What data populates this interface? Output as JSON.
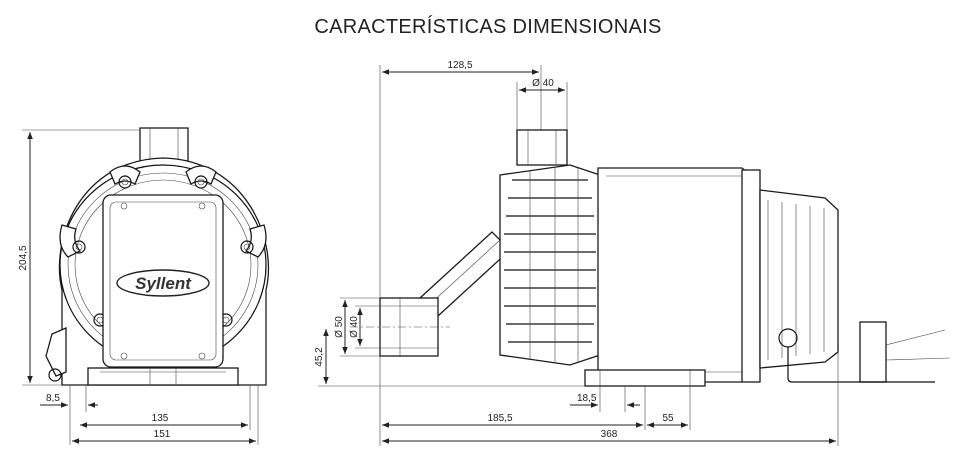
{
  "title": "CARACTERÍSTICAS DIMENSIONAIS",
  "brand": "Syllent",
  "front_view": {
    "height": "204,5",
    "offset": "8,5",
    "base_inner": "135",
    "base_outer": "151"
  },
  "side_view": {
    "top_length": "128,5",
    "top_port": "Ø 40",
    "outlet_outer": "Ø 50",
    "outlet_inner": "Ø 40",
    "outlet_height": "45,2",
    "length_to_foot": "185,5",
    "foot_offset": "18,5",
    "foot_span": "55",
    "overall_length": "368"
  }
}
